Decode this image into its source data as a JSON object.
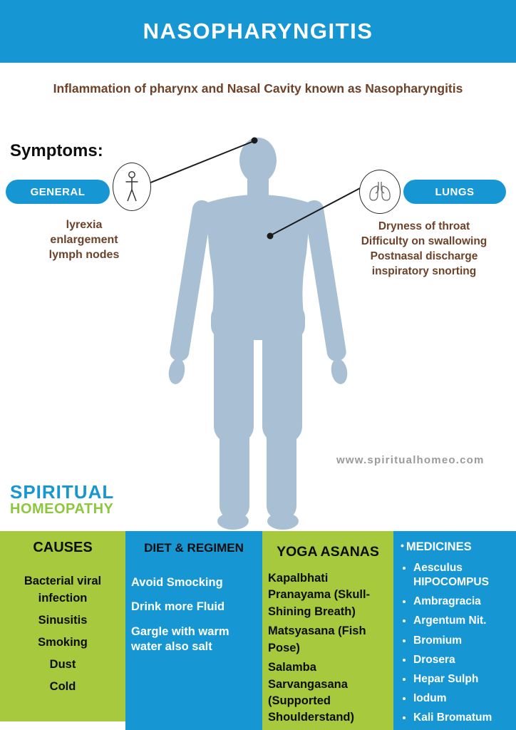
{
  "colors": {
    "brand_blue": "#1697d4",
    "brand_green": "#a6c93e",
    "logo_green": "#8dc63f",
    "accent_brown": "#6d4228",
    "body_silhouette": "#a9c0d4",
    "watermark_gray": "#9a9a9a"
  },
  "header": {
    "title": "NASOPHARYNGITIS"
  },
  "subtitle": "Inflammation of pharynx and Nasal Cavity known as Nasopharyngitis",
  "symptoms": {
    "heading": "Symptoms:",
    "general": {
      "badge": "GENERAL",
      "items": [
        "lyrexia",
        "enlargement",
        "lymph nodes"
      ]
    },
    "lungs": {
      "badge": "LUNGS",
      "items": [
        "Dryness of throat",
        "Difficulty on swallowing",
        "Postnasal discharge",
        "inspiratory snorting"
      ]
    }
  },
  "watermark": "www.spiritualhomeo.com",
  "logo": {
    "top": "SPIRITUAL",
    "bottom": "HOMEOPATHY"
  },
  "sections": {
    "causes": {
      "title": "CAUSES",
      "items": [
        "Bacterial viral infection",
        "Sinusitis",
        "Smoking",
        "Dust",
        "Cold"
      ]
    },
    "diet": {
      "title": "DIET & REGIMEN",
      "items": [
        "Avoid Smocking",
        "Drink more Fluid",
        "Gargle with warm water also salt"
      ]
    },
    "yoga": {
      "title": "YOGA ASANAS",
      "items": [
        "Kapalbhati Pranayama (Skull-Shining Breath)",
        "Matsyasana (Fish Pose)",
        "Salamba Sarvangasana (Supported Shoulderstand)"
      ]
    },
    "medicines": {
      "title": "MEDICINES",
      "items": [
        "Aesculus HIPOCOMPUS",
        "Ambragracia",
        "Argentum Nit.",
        "Bromium",
        "Drosera",
        "Hepar Sulph",
        "Iodum",
        "Kali Bromatum"
      ]
    }
  }
}
